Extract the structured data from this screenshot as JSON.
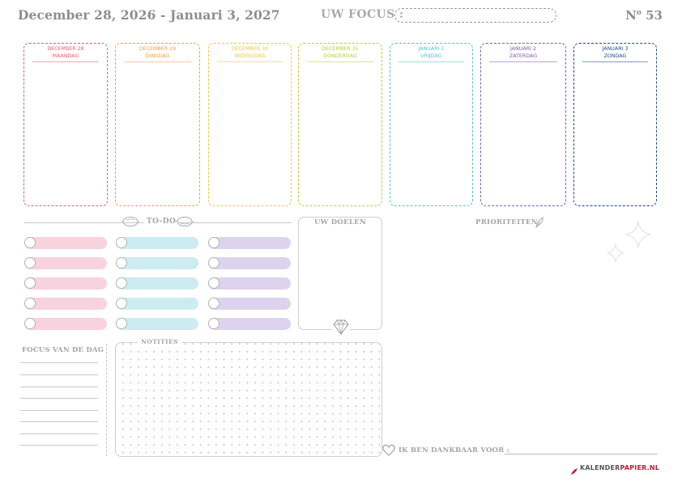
{
  "header": {
    "date_range": "December 28, 2026 - Januari 3, 2027",
    "focus_label": "UW FOCUS :",
    "week_prefix": "N",
    "week_sup": "o",
    "week_number": "53"
  },
  "days": [
    {
      "date": "DECEMBER 28",
      "weekday": "MAANDAG",
      "color": "#e85a74"
    },
    {
      "date": "DECEMBER 29",
      "weekday": "DINSDAG",
      "color": "#f2a23c"
    },
    {
      "date": "DECEMBER 30",
      "weekday": "WOENSDAG",
      "color": "#f4c443"
    },
    {
      "date": "DECEMBER 31",
      "weekday": "DONDERDAG",
      "color": "#b9cf3d"
    },
    {
      "date": "JANUARI 1",
      "weekday": "VRIJDAG",
      "color": "#52c3cf"
    },
    {
      "date": "JANUARI 2",
      "weekday": "ZATERDAG",
      "color": "#7e5da9"
    },
    {
      "date": "JANUARI 3",
      "weekday": "ZONDAG",
      "color": "#1f4a8c"
    }
  ],
  "todo": {
    "label": "TO-DO",
    "column_colors": [
      "#f8d2dc",
      "#cdecf1",
      "#ddd3ee"
    ],
    "rows_per_column": 5
  },
  "goals": {
    "title": "UW DOELEN"
  },
  "priorities": {
    "title": "PRIORITEITEN"
  },
  "focus_of_day": {
    "title": "FOCUS VAN DE DAG"
  },
  "notes": {
    "title": "NOTITIES"
  },
  "gratitude": {
    "label": "IK BEN DANKBAAR VOOR :"
  },
  "brand": {
    "part1": "KALENDER",
    "part2": "PAPIER.NL"
  },
  "icons": [
    "lemon-icon",
    "diamond-icon",
    "feather-icon",
    "sparkle-icon",
    "heart-icon",
    "brand-logo-icon"
  ]
}
